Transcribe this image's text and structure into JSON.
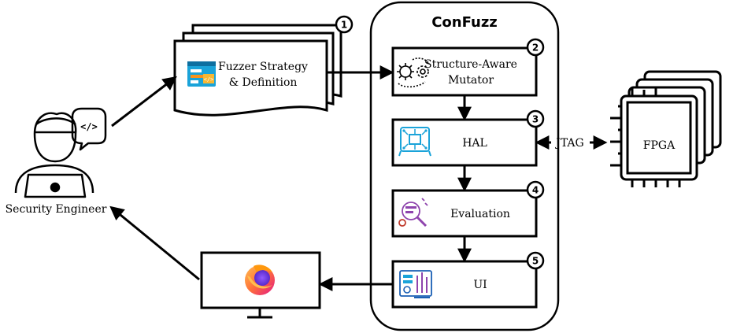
{
  "title": "ConFuzz",
  "engineer": {
    "label": "Security Engineer",
    "speech_icon": "code-icon"
  },
  "strategy": {
    "number": "1",
    "line1": "Fuzzer Strategy",
    "line2": "& Definition",
    "icon": "code-window-icon"
  },
  "modules": [
    {
      "number": "2",
      "line1": "Structure-Aware",
      "line2": "Mutator",
      "icon": "virus-gear-icon"
    },
    {
      "number": "3",
      "line1": "HAL",
      "line2": "",
      "icon": "circuit-board-icon"
    },
    {
      "number": "4",
      "line1": "Evaluation",
      "line2": "",
      "icon": "magnifier-code-icon"
    },
    {
      "number": "5",
      "line1": "UI",
      "line2": "",
      "icon": "dashboard-icon"
    }
  ],
  "fpga": {
    "label": "FPGA",
    "link_label": "JTAG"
  },
  "monitor": {
    "icon": "firefox-logo"
  },
  "colors": {
    "accent_blue": "#1aa3d9",
    "accent_orange": "#f7931e",
    "accent_purple": "#8e44ad",
    "firefox_orange": "#ff7139"
  }
}
